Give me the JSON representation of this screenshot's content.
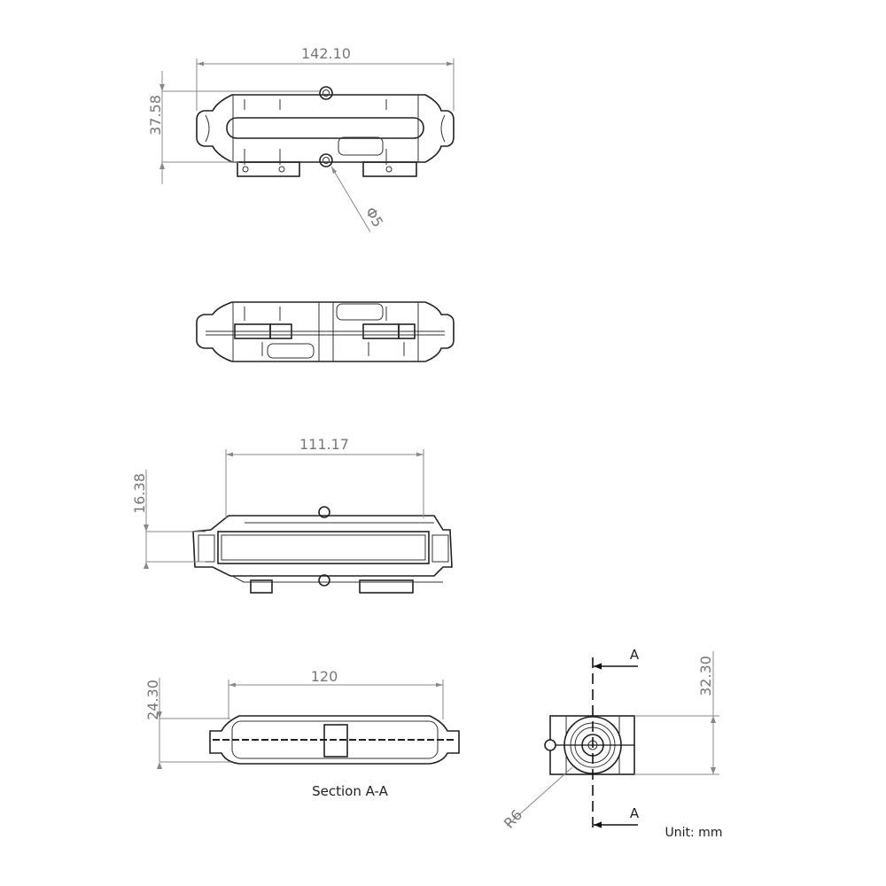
{
  "drawing": {
    "top_view": {
      "width_dim": "142.10",
      "height_dim": "37.58",
      "hole_dim": "Φ5"
    },
    "bottom_view": {},
    "front_view": {
      "width_dim": "111.17",
      "height_dim": "16.38"
    },
    "section_view": {
      "width_dim": "120",
      "height_dim": "24.30",
      "label": "Section A-A"
    },
    "end_view": {
      "height_dim": "32.30",
      "radius_dim": "R6",
      "section_marker_top": "A",
      "section_marker_bottom": "A"
    },
    "unit_note": "Unit: mm"
  },
  "colors": {
    "outline": "#222222",
    "dimension": "#888888"
  }
}
